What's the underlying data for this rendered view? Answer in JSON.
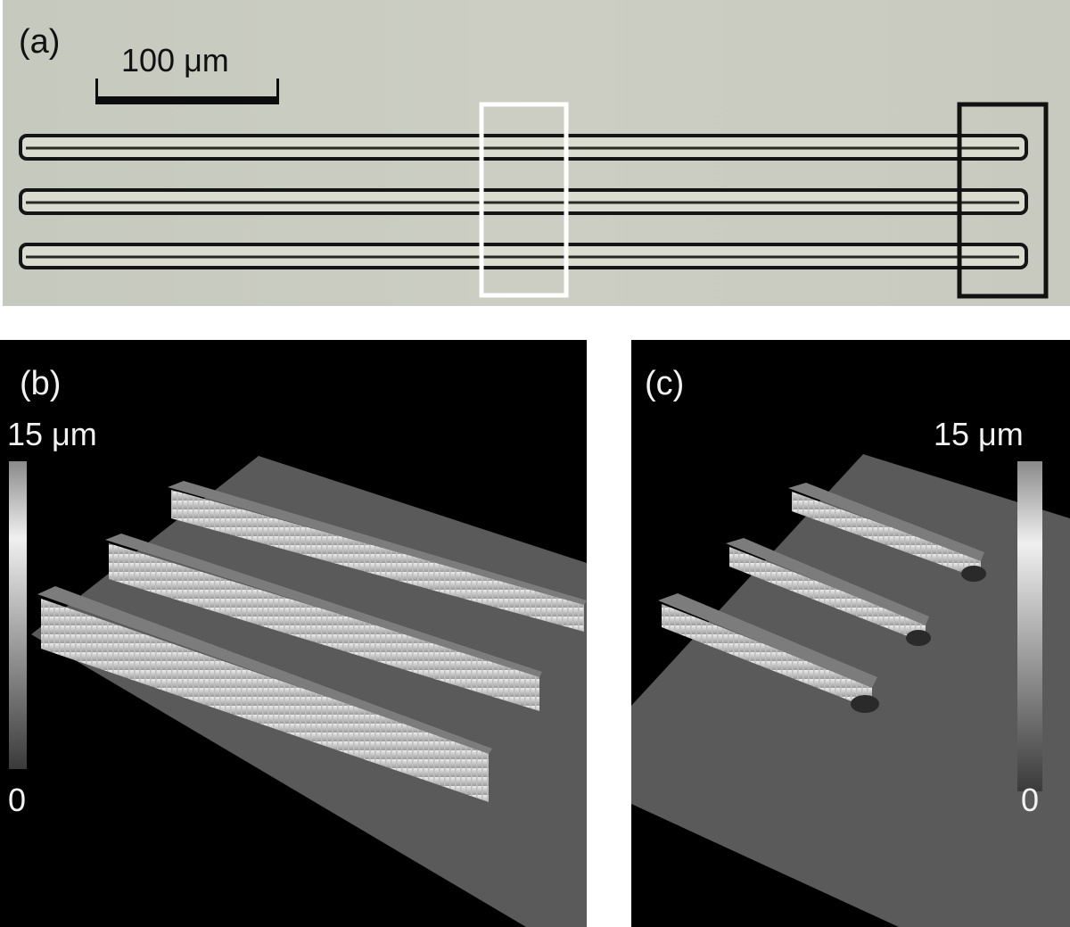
{
  "panels": {
    "a": {
      "label": "(a)",
      "scale_bar": "100 μm"
    },
    "b": {
      "label": "(b)",
      "colorbar_max": "15 μm",
      "colorbar_min": "0"
    },
    "c": {
      "label": "(c)",
      "colorbar_max": "15 μm",
      "colorbar_min": "0"
    }
  },
  "colors": {
    "micrograph_background": "#c9cbc1",
    "render_background": "#000000",
    "highlight_box_white": "#ffffff",
    "highlight_box_black": "#111111"
  }
}
